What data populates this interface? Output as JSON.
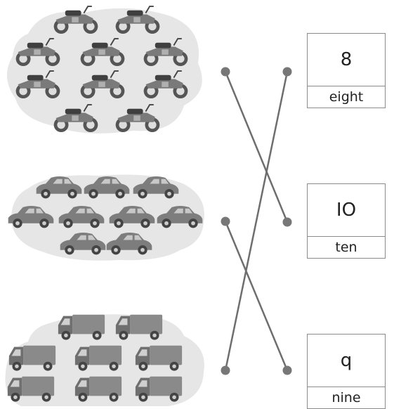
{
  "cards": [
    {
      "numeral": "8",
      "word": "eight"
    },
    {
      "numeral": "IO",
      "word": "ten"
    },
    {
      "numeral": "q",
      "word": "nine"
    }
  ],
  "groups": [
    {
      "item": "motorcycle-icon",
      "count": 10
    },
    {
      "item": "car-icon",
      "count": 9
    },
    {
      "item": "truck-icon",
      "count": 8
    }
  ],
  "connections": [
    {
      "group": 0,
      "card": 1
    },
    {
      "group": 1,
      "card": 2
    },
    {
      "group": 2,
      "card": 0
    }
  ],
  "colors": {
    "line": "#6e6e6e",
    "dot": "#777777",
    "cloud": "#e6e6e6",
    "card_border": "#8a8a8a"
  }
}
